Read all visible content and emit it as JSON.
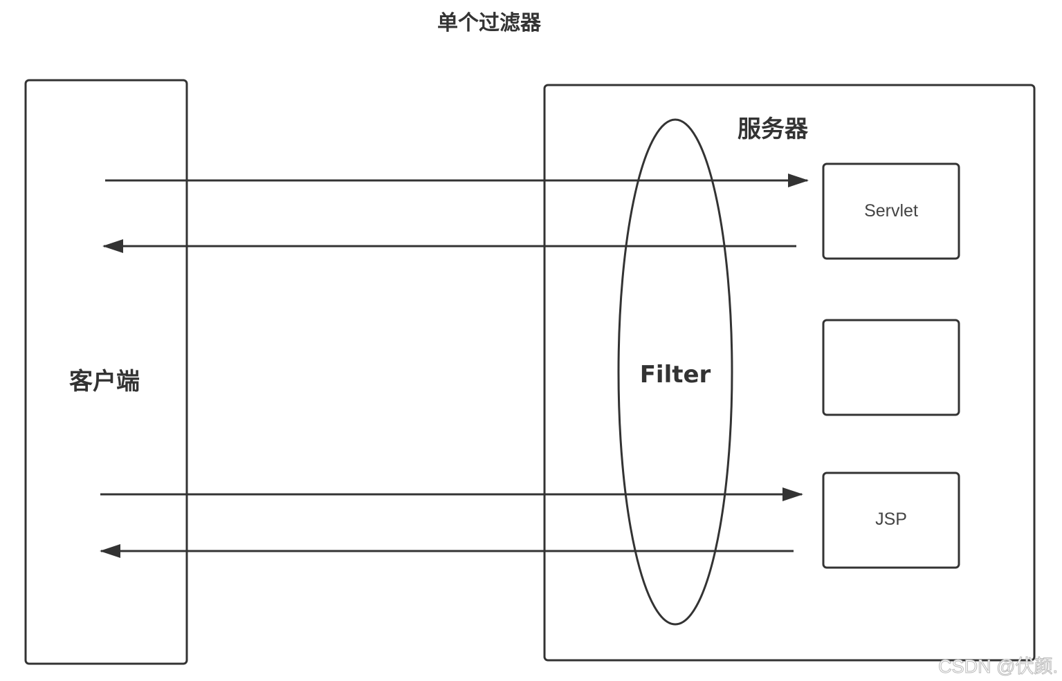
{
  "title": "单个过滤器",
  "client": {
    "label": "客户端"
  },
  "server": {
    "label": "服务器",
    "filter_label": "Filter",
    "boxes": [
      {
        "label": "Servlet"
      },
      {
        "label": ""
      },
      {
        "label": "JSP"
      }
    ]
  },
  "watermark": "CSDN @伏颜.",
  "colors": {
    "stroke": "#333333",
    "background": "#ffffff"
  }
}
